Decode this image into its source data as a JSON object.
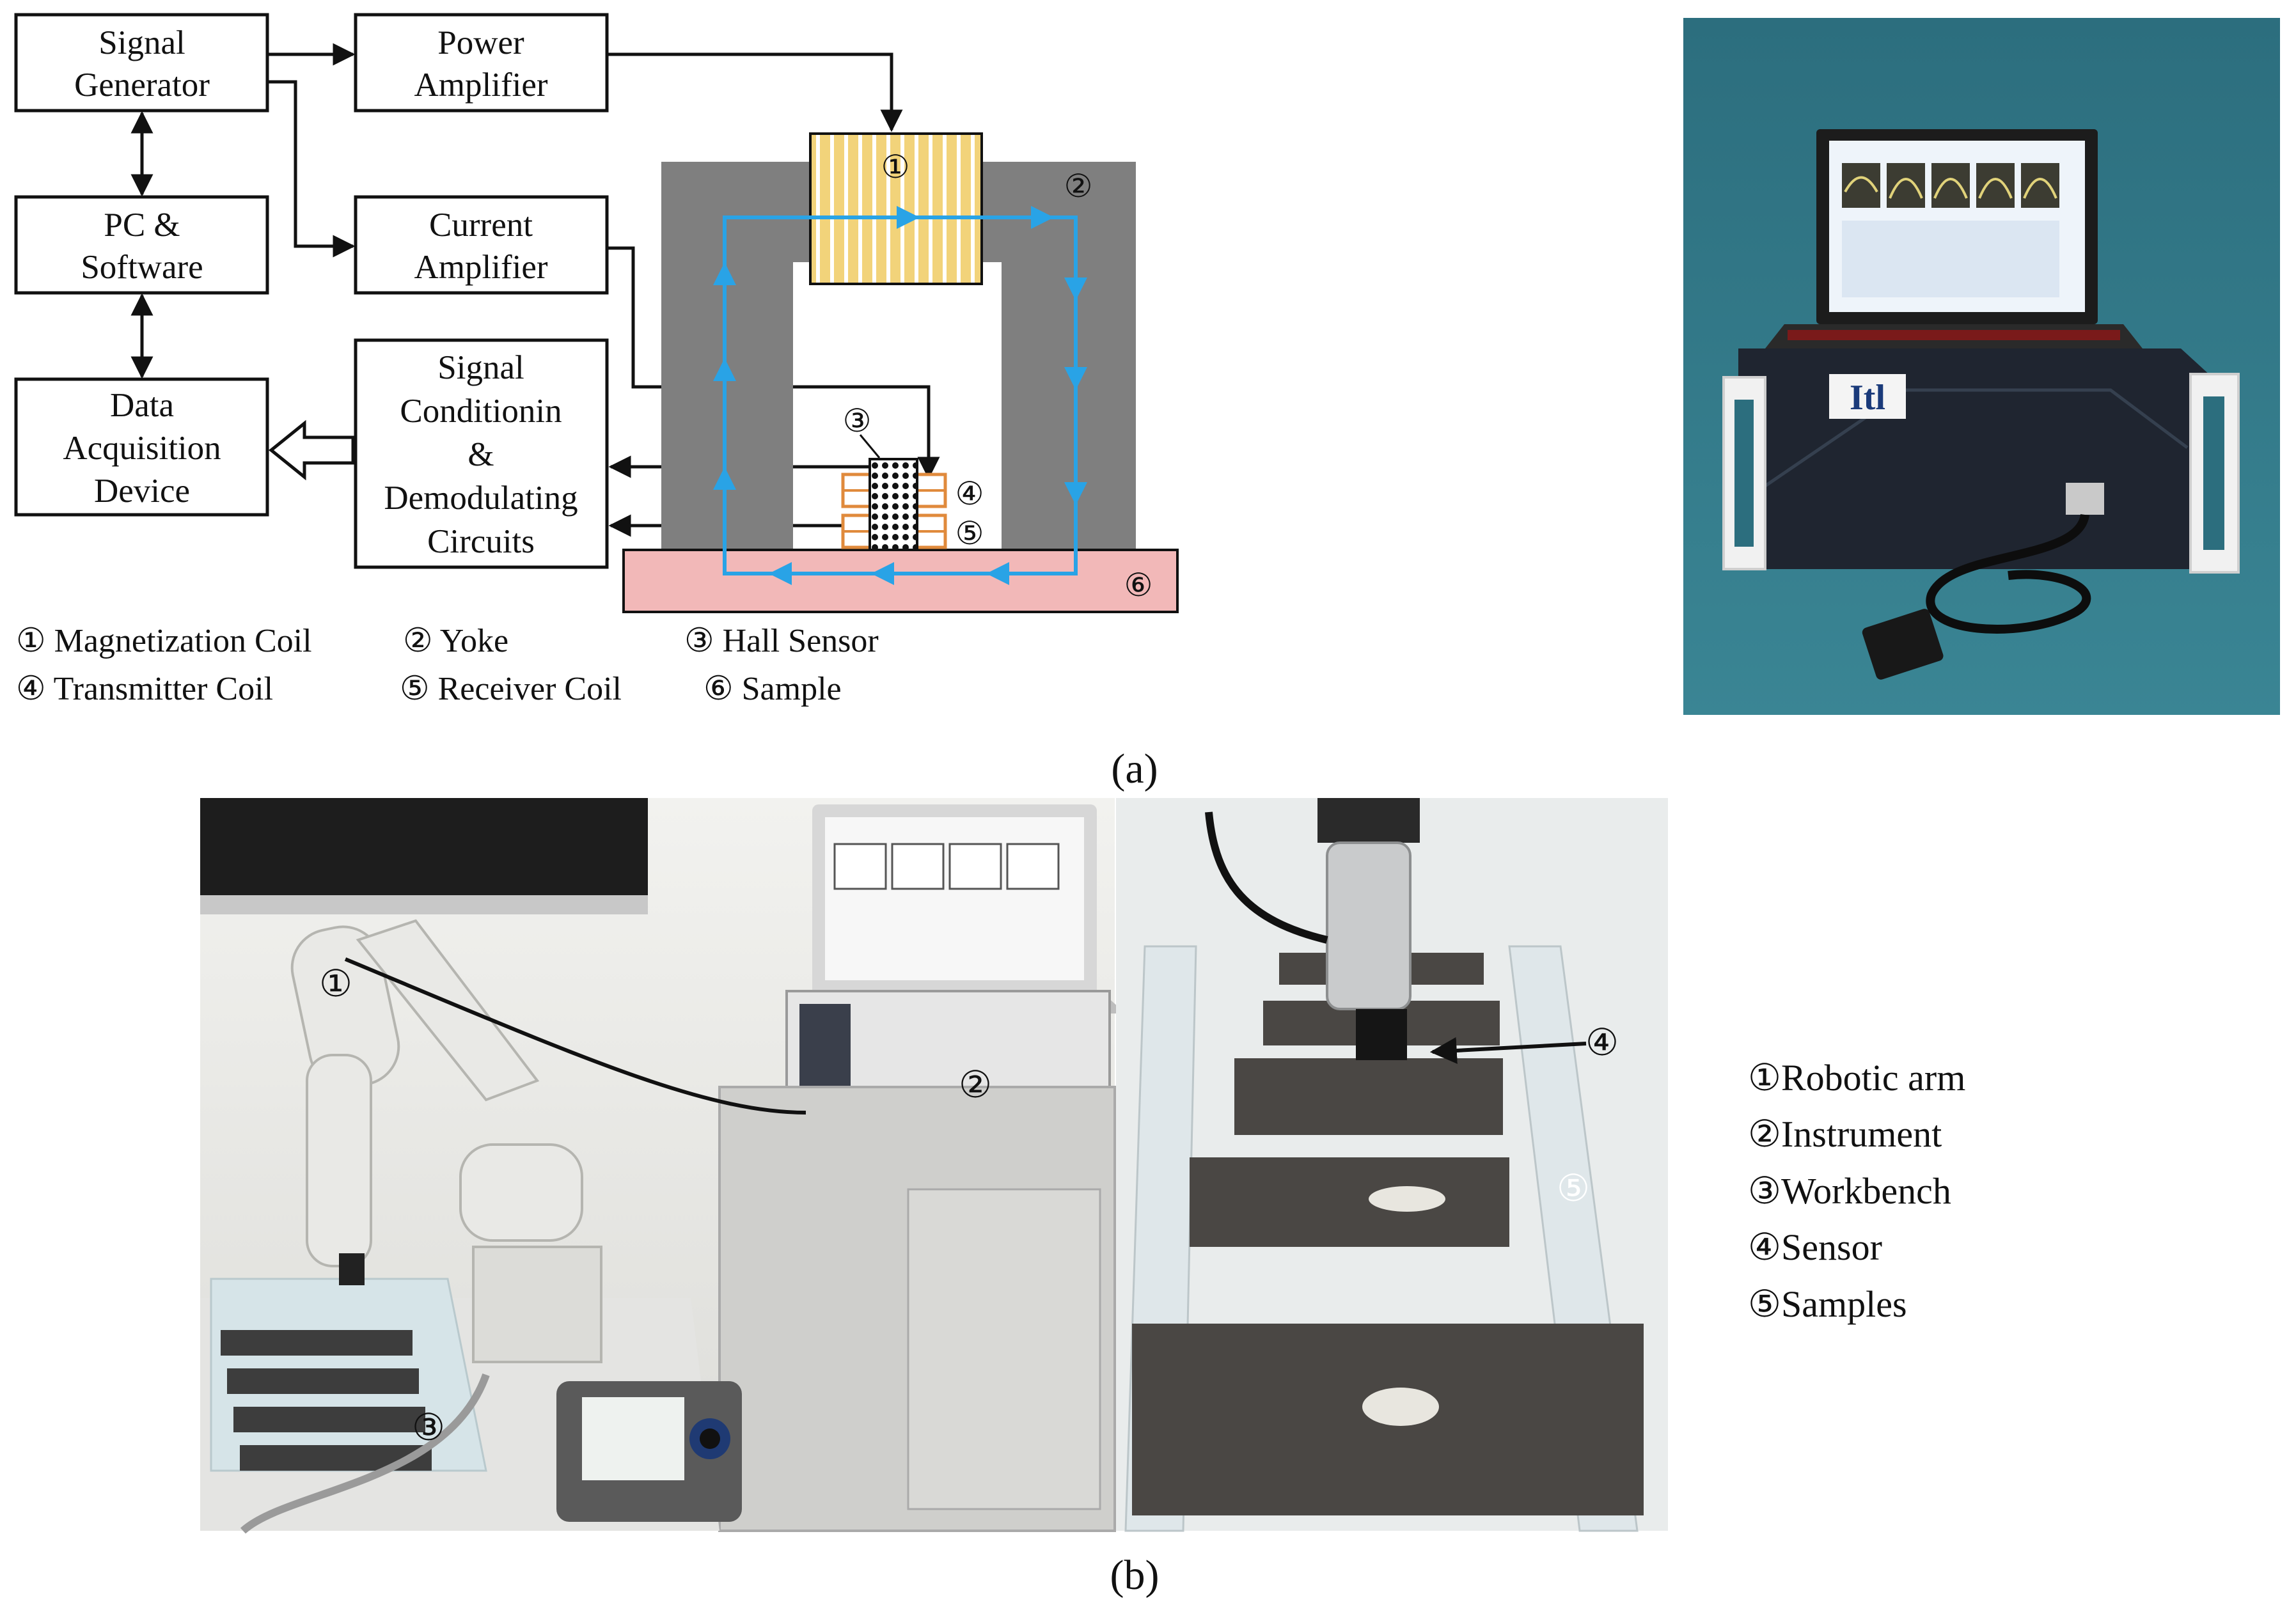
{
  "panel_a": {
    "blocks": {
      "signal_generator": [
        "Signal",
        "Generator"
      ],
      "power_amplifier": [
        "Power",
        "Amplifier"
      ],
      "pc_software": [
        "PC &",
        "Software"
      ],
      "current_amplifier": [
        "Current",
        "Amplifier"
      ],
      "data_acquisition": [
        "Data",
        "Acquisition",
        "Device"
      ],
      "signal_conditioning": [
        "Signal",
        "Conditionin",
        "&",
        "Demodulating",
        "Circuits"
      ]
    },
    "markers": [
      "①",
      "②",
      "③",
      "④",
      "⑤",
      "⑥"
    ],
    "legend": [
      "① Magnetization Coil",
      "② Yoke",
      "③ Hall Sensor",
      "④ Transmitter Coil",
      "⑤ Receiver Coil",
      "⑥ Sample"
    ],
    "photo_text": "Itl",
    "caption": "(a)"
  },
  "panel_b": {
    "photo_markers": [
      "①",
      "②",
      "③",
      "④",
      "⑤"
    ],
    "legend": [
      "①Robotic arm",
      "②Instrument",
      "③Workbench",
      "④Sensor",
      "⑤Samples"
    ],
    "caption": "(b)"
  },
  "colors": {
    "yoke": "#7f7f7f",
    "coil": "#f2d37a",
    "sample": "#f2b8b8",
    "flux": "#29a3e6",
    "photo_background": "#2c6e7e"
  }
}
